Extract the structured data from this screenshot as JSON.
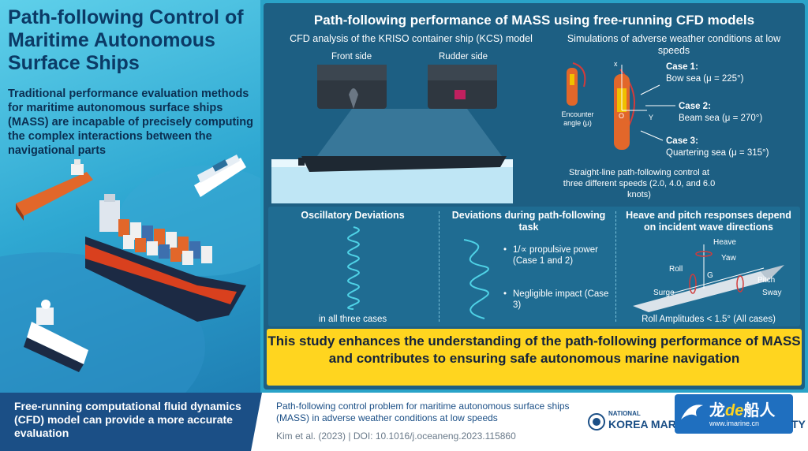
{
  "left": {
    "title": "Path-following Control of Maritime Autonomous Surface Ships",
    "intro": "Traditional performance evaluation methods for maritime autonomous surface ships (MASS) are incapable of precisely computing the complex interactions between the navigational parts"
  },
  "main": {
    "title": "Path-following performance of MASS using free-running CFD models",
    "cfd": {
      "heading": "CFD analysis of the KRISO container ship (KCS) model",
      "front_label": "Front side",
      "rudder_label": "Rudder side"
    },
    "simulation": {
      "heading": "Simulations of adverse weather conditions at low speeds",
      "encounter_label": "Encounter angle (μ)",
      "axis_x": "x",
      "axis_o": "O",
      "axis_y": "Y",
      "case1_title": "Case 1:",
      "case1_text": "Bow sea (μ = 225°)",
      "case2_title": "Case 2:",
      "case2_text": "Beam sea (μ = 270°)",
      "case3_title": "Case 3:",
      "case3_text": "Quartering sea (μ = 315°)",
      "straight_line": "Straight-line path-following control at three different speeds (2.0, 4.0, and 6.0 knots)"
    },
    "oscillatory": {
      "heading": "Oscillatory Deviations",
      "footer": "in all three cases"
    },
    "deviations": {
      "heading": "Deviations during path-following task",
      "bullet1": "1/∝ propulsive power (Case 1 and 2)",
      "bullet2": "Negligible impact (Case 3)"
    },
    "heave": {
      "heading": "Heave and pitch responses depend on incident wave directions",
      "heave": "Heave",
      "yaw": "Yaw",
      "roll": "Roll",
      "g": "G",
      "pitch": "Pitch",
      "surge": "Surge",
      "sway": "Sway",
      "footer": "Roll Amplitudes < 1.5° (All cases)"
    },
    "conclusion": "This study enhances the understanding of the path-following performance of MASS and contributes to ensuring safe autonomous marine navigation"
  },
  "bottom": {
    "left_text": "Free-running computational fluid dynamics (CFD) model can provide a more accurate evaluation",
    "paper_title": "Path-following control problem for maritime autonomous surface ships (MASS) in adverse weather conditions at low speeds",
    "citation": "Kim et al. (2023)  |  DOI: 10.1016/j.oceaneng.2023.115860",
    "logo_national": "NATIONAL",
    "logo_korea": "KOREA MARI",
    "logo_suffix": "TY",
    "watermark_url": "www.imarine.cn"
  },
  "colors": {
    "accent_navy": "#1b4f86",
    "panel": "#1d5f83",
    "highlight": "#ffd51f",
    "ship_orange": "#e2672a"
  }
}
